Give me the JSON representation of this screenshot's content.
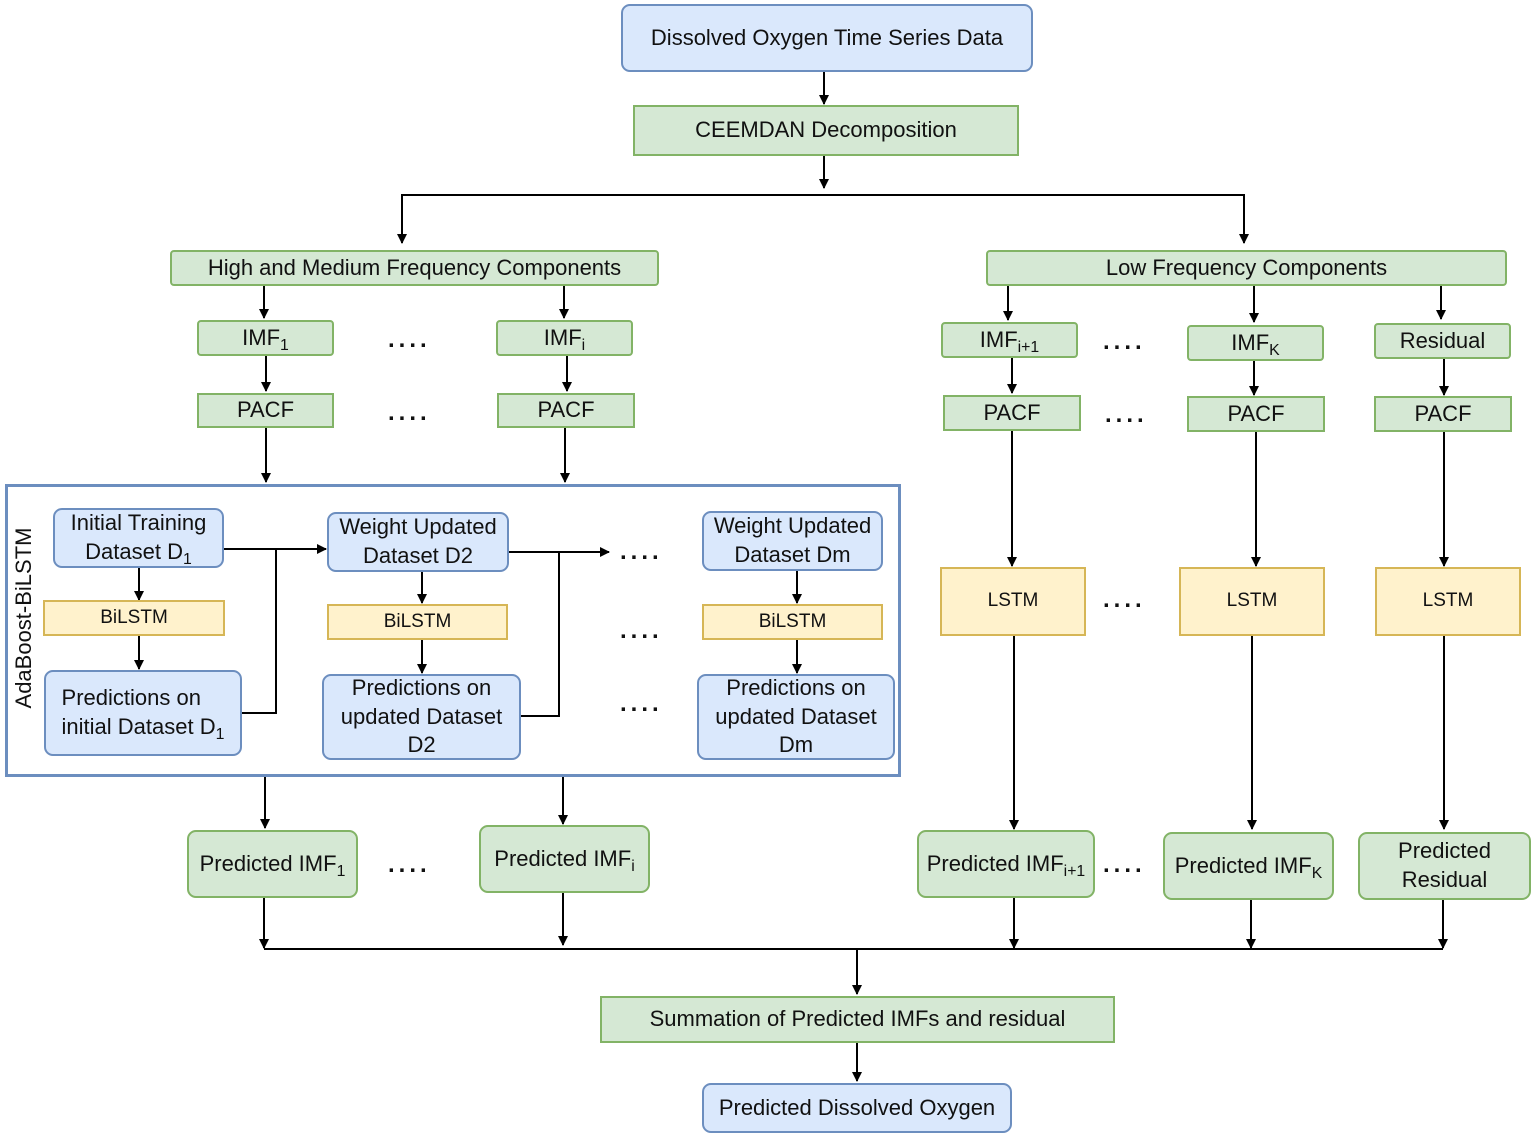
{
  "top": {
    "source": "Dissolved Oxygen Time Series Data",
    "decomposition": "CEEMDAN Decomposition"
  },
  "groups": {
    "high_medium": "High and Medium Frequency Components",
    "low": "Low Frequency Components"
  },
  "imf": {
    "base": "IMF",
    "sub_1": "1",
    "sub_i": "i",
    "sub_i1": "i+1",
    "sub_k": "K",
    "residual": "Residual"
  },
  "pacf": "PACF",
  "lstm": "LSTM",
  "ellipsis": "....",
  "adaboost": {
    "label": "AdaBoost-BiLSTM",
    "init_line1": "Initial Training",
    "init_line2": "Dataset D",
    "init_sub": "1",
    "weight_line1": "Weight Updated",
    "weight_line2_d2": "Dataset D2",
    "weight_line2_dm": "Dataset Dm",
    "bilstm": "BiLSTM",
    "pred_init_line1": "Predictions on",
    "pred_init_line2": "initial Dataset D",
    "pred_init_sub": "1",
    "pred_upd_line1": "Predictions on",
    "pred_upd_line2": "updated Dataset",
    "pred_upd_d2": "D2",
    "pred_upd_dm": "Dm"
  },
  "predicted": {
    "prefix": "Predicted IMF",
    "sub_1": "1",
    "sub_i": "i",
    "sub_i1": "i+1",
    "sub_k": "K",
    "residual_line1": "Predicted",
    "residual_line2": "Residual"
  },
  "bottom": {
    "summation": "Summation of Predicted IMFs and residual",
    "output": "Predicted Dissolved Oxygen"
  },
  "colors": {
    "green_fill": "#d5e8d4",
    "green_border": "#82b366",
    "blue_fill": "#dae8fc",
    "blue_border": "#6c8ebf",
    "yellow_fill": "#fff2cc",
    "yellow_border": "#d6b656",
    "line": "#000000"
  }
}
